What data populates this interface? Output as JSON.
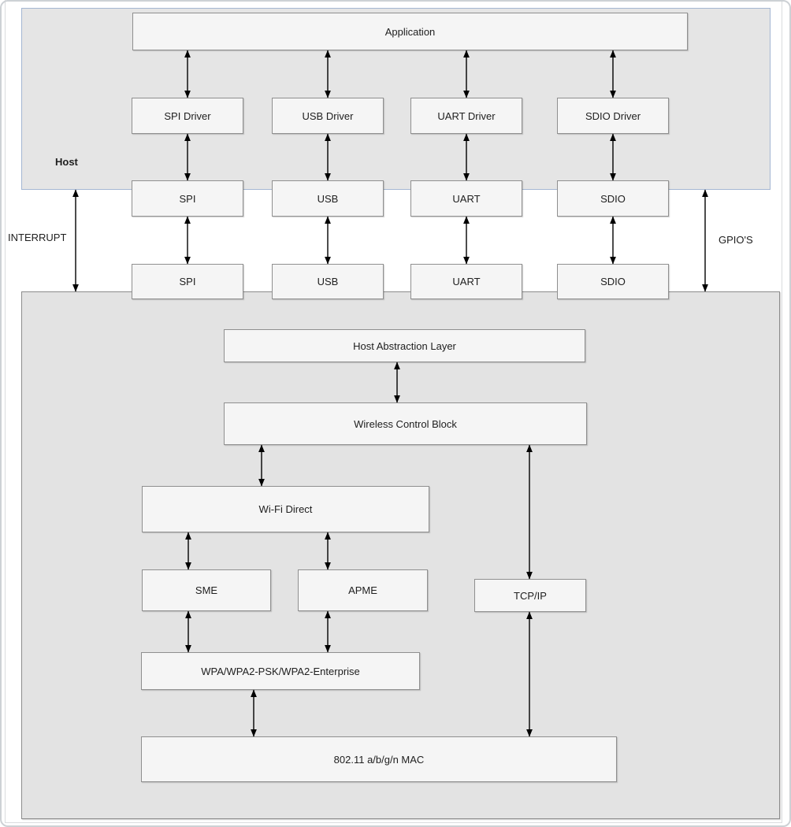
{
  "diagram": {
    "host_label": "Host",
    "application": "Application",
    "drivers": [
      "SPI Driver",
      "USB Driver",
      "UART Driver",
      "SDIO Driver"
    ],
    "host_interfaces": [
      "SPI",
      "USB",
      "UART",
      "SDIO"
    ],
    "module_interfaces": [
      "SPI",
      "USB",
      "UART",
      "SDIO"
    ],
    "signals": {
      "left": "INTERRUPT",
      "right": "GPIO'S"
    },
    "blocks": {
      "hal": "Host Abstraction Layer",
      "wcb": "Wireless Control Block",
      "wifi_direct": "Wi-Fi Direct",
      "sme": "SME",
      "apme": "APME",
      "tcpip": "TCP/IP",
      "wpa": "WPA/WPA2-PSK/WPA2-Enterprise",
      "mac": "802.11 a/b/g/n MAC"
    },
    "colors": {
      "host_fill": "#e5e5e5",
      "host_border": "#a4b6d2",
      "module_fill": "#e3e3e3",
      "module_border": "#8c8c8c",
      "block_fill": "#f5f5f5",
      "block_border": "#8f8f8f",
      "arrow": "#000000",
      "frame": "#cdd1d5"
    }
  }
}
